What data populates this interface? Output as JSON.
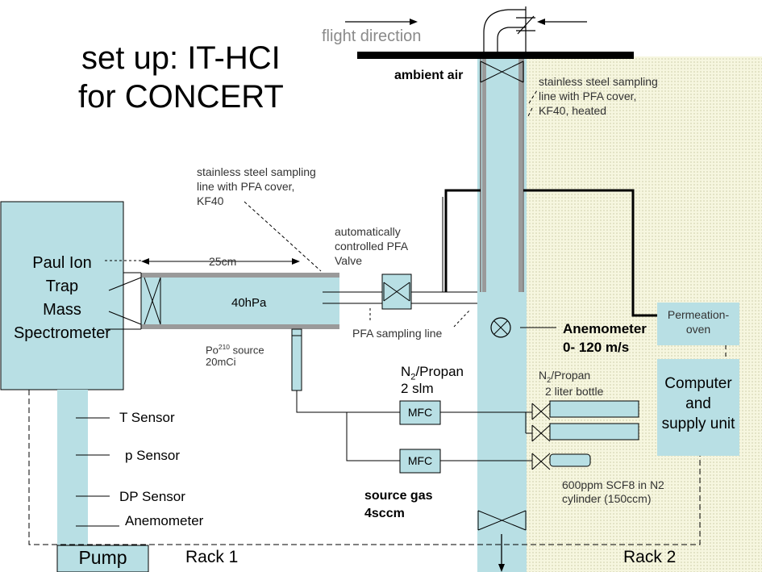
{
  "title": [
    "set up: IT-HCI",
    "for CONCERT"
  ],
  "flight_direction": "flight direction",
  "ambient_air": "ambient air",
  "steel_line_heated": [
    "stainless steel sampling",
    "line with PFA cover,",
    "KF40, heated"
  ],
  "steel_line": [
    "stainless steel sampling",
    "line with PFA cover,",
    "KF40"
  ],
  "pfa_valve": [
    "automatically",
    "controlled PFA",
    "Valve"
  ],
  "spectrometer": [
    "Paul Ion",
    "Trap",
    "Mass",
    "Spectrometer"
  ],
  "length_label": "25cm",
  "pressure_label": "40hPa",
  "pfa_sampling_line": "PFA sampling line",
  "po_source": {
    "pre": "Po",
    "sup": "210",
    "post": " source",
    "line2": "20mCi"
  },
  "anemometer_bold": [
    "Anemometer",
    "0- 120 m/s"
  ],
  "permeation_oven": [
    "Permeation-",
    "oven"
  ],
  "n2_propan": {
    "pre": "N",
    "sub": "2",
    "post": "/Propan",
    "line2": "2 slm"
  },
  "n2_bottle": {
    "pre": "N",
    "sub": "2",
    "post": "/Propan",
    "line2": "2 liter bottle"
  },
  "mfc_label": "MFC",
  "computer_unit": [
    "Computer",
    "and",
    "supply unit"
  ],
  "sensors": [
    "T Sensor",
    "p Sensor",
    "DP Sensor",
    "Anemometer"
  ],
  "source_gas": [
    "source gas",
    "4sccm"
  ],
  "scf8": [
    "600ppm SCF8 in N2",
    "cylinder  (150ccm)"
  ],
  "pump": "Pump",
  "rack1": "Rack 1",
  "rack2": "Rack 2",
  "colors": {
    "duct": "#b8dfe4",
    "rack2": "#f4f4dc",
    "line": "#000000",
    "tube_wall": "#9a9a9a"
  }
}
